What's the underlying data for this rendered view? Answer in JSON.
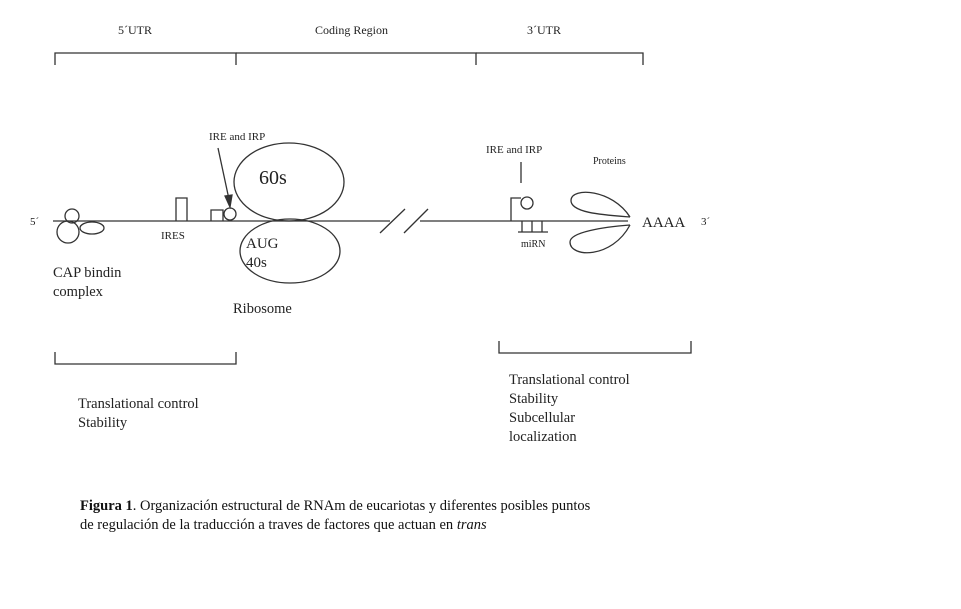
{
  "regions": {
    "utr5": "5´UTR",
    "coding": "Coding Region",
    "utr3": "3´UTR"
  },
  "ends": {
    "five_prime": "5´",
    "three_prime": "3´"
  },
  "elements": {
    "ire_irp_left": "IRE and IRP",
    "ire_irp_right": "IRE and IRP",
    "ires": "IRES",
    "cap_line1": "CAP bindin",
    "cap_line2": "complex",
    "ribosome_large": "60s",
    "ribosome_small_line1": "AUG",
    "ribosome_small_line2": "40s",
    "ribosome": "Ribosome",
    "proteins": "Proteins",
    "polya": "AAAA",
    "mirna": "miRN"
  },
  "functions_5utr": [
    "Translational control",
    "Stability"
  ],
  "functions_3utr": [
    "Translational control",
    "Stability",
    "Subcellular",
    "localization"
  ],
  "caption": {
    "label": "Figura 1",
    "text_line1": ". Organización estructural de RNAm de eucariotas y diferentes posibles puntos",
    "text_line2": "de regulación de la traducción a traves de factores que actuan en ",
    "italic": "trans"
  }
}
